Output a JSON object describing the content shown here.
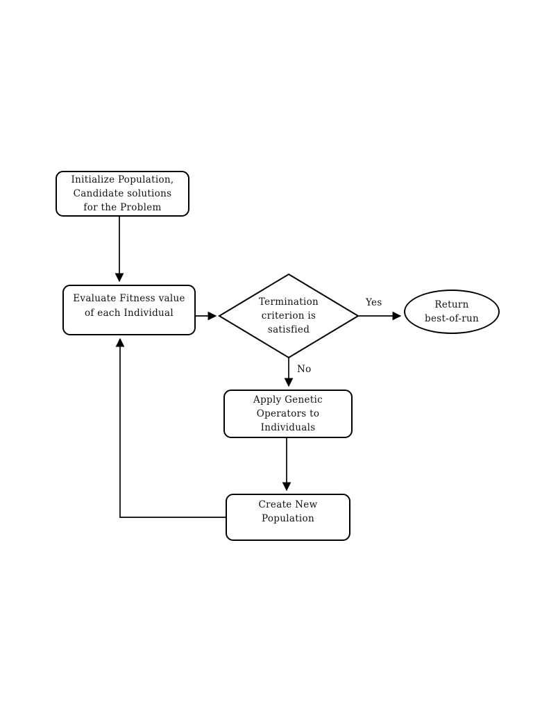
{
  "background": "#ffffff",
  "stroke_color": "#000000",
  "nodes": {
    "initialize_population": {
      "type": "rounded-rect",
      "lines": [
        "Initialize Population,",
        "Candidate solutions",
        "for the Problem"
      ]
    },
    "evaluate_fitness": {
      "type": "rounded-rect",
      "lines": [
        "Evaluate Fitness value",
        "of each Individual"
      ]
    },
    "termination_criterion": {
      "type": "decision-diamond",
      "lines": [
        "Termination",
        "criterion is",
        "satisfied"
      ]
    },
    "return_best_of_run": {
      "type": "terminator-ellipse",
      "lines": [
        "Return",
        "best-of-run"
      ]
    },
    "apply_genetic_operators": {
      "type": "rounded-rect",
      "lines": [
        "Apply Genetic",
        "Operators to",
        "Individuals"
      ]
    },
    "create_new_population": {
      "type": "rounded-rect",
      "lines": [
        "Create New",
        "Population"
      ]
    }
  },
  "edge_labels": {
    "yes": "Yes",
    "no": "No"
  }
}
